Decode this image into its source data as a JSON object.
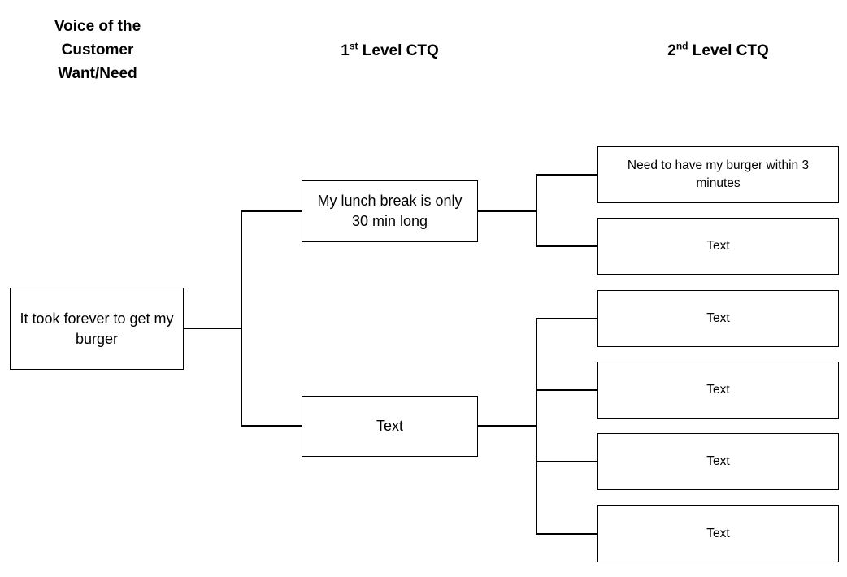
{
  "headers": {
    "voc": "Voice of the\nCustomer\nWant/Need",
    "level1": {
      "base": "1",
      "sup": "st",
      "rest": " Level CTQ"
    },
    "level2": {
      "base": "2",
      "sup": "nd",
      "rest": " Level CTQ"
    }
  },
  "tree": {
    "voc_box": {
      "label": "It took forever to get my burger"
    },
    "level1": [
      {
        "label": "My lunch break is only 30 min long"
      },
      {
        "label": "Text"
      }
    ],
    "level2": [
      {
        "label": "Need to have my burger within 3 minutes"
      },
      {
        "label": "Text"
      },
      {
        "label": "Text"
      },
      {
        "label": "Text"
      },
      {
        "label": "Text"
      },
      {
        "label": "Text"
      }
    ]
  },
  "colors": {
    "line": "#000000",
    "box_border": "#000000",
    "box_fill": "#ffffff",
    "text": "#000000"
  }
}
